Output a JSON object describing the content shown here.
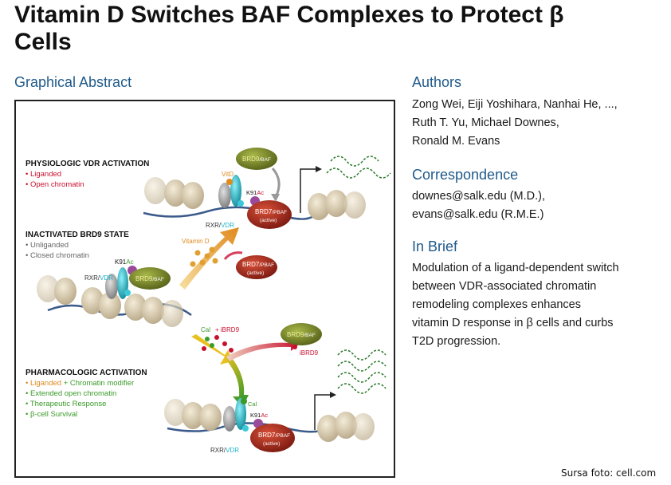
{
  "header": {
    "title": "Vitamin D Switches BAF Complexes to Protect β Cells"
  },
  "graphical_abstract": {
    "heading": "Graphical Abstract",
    "physiologic": {
      "title": "PHYSIOLOGIC VDR ACTIVATION",
      "items": [
        "• Liganded",
        "• Open chromatin"
      ]
    },
    "inactivated": {
      "title": "INACTIVATED BRD9 STATE",
      "items": [
        "• Unliganded",
        "• Closed chromatin"
      ]
    },
    "pharmacologic": {
      "title": "PHARMACOLOGIC ACTIVATION",
      "item1_a": "• Liganded",
      "item1_b": " + Chromatin modifier",
      "items": [
        "• Extended open chromatin",
        "• Therapeutic Response",
        "• β-cell Survival"
      ]
    },
    "labels": {
      "brd9": "BRD9",
      "baf": "/BAF",
      "brd7": "BRD7",
      "pbaf": "/PBAF",
      "active": "(active)",
      "vitd": "VitD",
      "k91": "K91",
      "ac": "Ac",
      "rxr": "RXR/",
      "vdr": "VDR",
      "vitamin_d": "Vitamin D",
      "cal": "Cal",
      "plus_ibrd9": "+ iBRD9",
      "ibrd9": "iBRD9"
    }
  },
  "authors": {
    "heading": "Authors",
    "lines": [
      "Zong Wei, Eiji Yoshihara, Nanhai He, ...,",
      "Ruth T. Yu, Michael Downes,",
      "Ronald M. Evans"
    ]
  },
  "correspondence": {
    "heading": "Correspondence",
    "lines": [
      "downes@salk.edu (M.D.),",
      "evans@salk.edu (R.M.E.)"
    ]
  },
  "in_brief": {
    "heading": "In Brief",
    "lines": [
      "Modulation of a ligand-dependent switch",
      "between VDR-associated chromatin",
      "remodeling complexes enhances",
      "vitamin D response in β cells and curbs",
      "T2D progression."
    ]
  },
  "credit": "Sursa foto: cell.com",
  "colors": {
    "heading_blue": "#1f5a8a",
    "liganded_red": "#c8102e",
    "green": "#3a9a2a",
    "orange": "#e08a1e",
    "vdr_cyan": "#1fb5c9",
    "brd9_olive": "#7a8a2a",
    "brd7_red": "#a8281e"
  }
}
